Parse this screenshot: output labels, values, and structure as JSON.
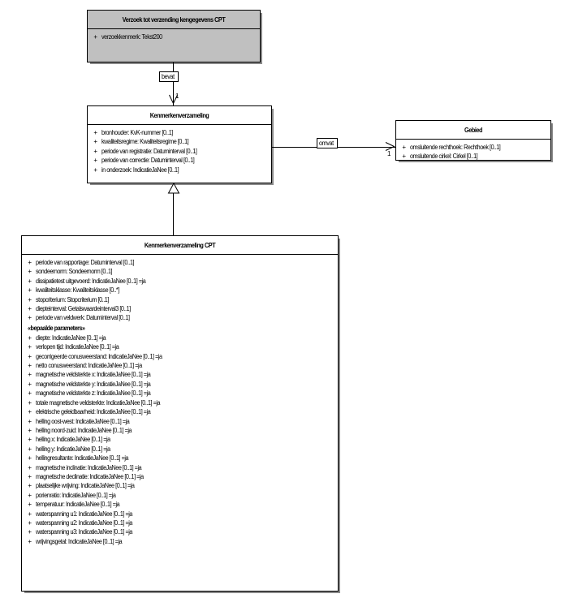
{
  "diagram": {
    "type": "uml-class-diagram",
    "classes": [
      {
        "id": "verzoek",
        "name": "Verzoek tot verzending kengegevens CPT",
        "style": "shaded",
        "attributes": [
          {
            "visibility": "+",
            "text": "verzoekkenmerk: Tekst200"
          }
        ]
      },
      {
        "id": "kenmerkenverzameling",
        "name": "Kenmerkenverzameling",
        "style": "plain",
        "attributes": [
          {
            "visibility": "+",
            "text": "bronhouder: KvK-nummer [0..1]"
          },
          {
            "visibility": "+",
            "text": "kwaliteitsregime: Kwaliteitsregime [0..1]"
          },
          {
            "visibility": "+",
            "text": "periode van registratie: Datuminterval [0..1]"
          },
          {
            "visibility": "+",
            "text": "periode van correctie: Datuminterval [0..1]"
          },
          {
            "visibility": "+",
            "text": "in onderzoek: IndicatieJaNee [0..1]"
          }
        ]
      },
      {
        "id": "gebied",
        "name": "Gebied",
        "style": "plain",
        "attributes": [
          {
            "visibility": "+",
            "text": "omsluitende rechthoek: Rechthoek [0..1]"
          },
          {
            "visibility": "+",
            "text": "omsluitende cirkel: Cirkel [0..1]"
          }
        ]
      },
      {
        "id": "kenmerkenverzameling-cpt",
        "name": "Kenmerkenverzameling CPT",
        "style": "plain",
        "attributes": [
          {
            "visibility": "+",
            "text": "periode van rapportage: Datuminterval [0..1]"
          },
          {
            "visibility": "+",
            "text": "sondeernorm: Sondeernorm [0..1]"
          },
          {
            "visibility": "+",
            "text": "dissipatietest uitgevoerd: IndicatieJaNee [0..1] =ja"
          },
          {
            "visibility": "+",
            "text": "kwaliteitsklasse: Kwaliteitsklasse [0..*]"
          },
          {
            "visibility": "+",
            "text": "stopcriterium: Stopcriterium [0..1]"
          },
          {
            "visibility": "+",
            "text": "diepteinterval: Getalswaardeinterval3 [0..1]"
          },
          {
            "visibility": "+",
            "text": "periode van veldwerk: Datuminterval [0..1]"
          }
        ],
        "stereotype": "«bepaalde parameters»",
        "parameters": [
          {
            "visibility": "+",
            "text": "diepte: IndicatieJaNee [0..1] =ja"
          },
          {
            "visibility": "+",
            "text": "verlopen tijd: IndicatieJaNee [0..1] =ja"
          },
          {
            "visibility": "+",
            "text": "gecorrigeerde conusweerstand: IndicatieJaNee [0..1] =ja"
          },
          {
            "visibility": "+",
            "text": "netto conusweerstand: IndicatieJaNee [0..1] =ja"
          },
          {
            "visibility": "+",
            "text": "magnetische veldsterkte x: IndicatieJaNee [0..1] =ja"
          },
          {
            "visibility": "+",
            "text": "magnetische veldsterkte y: IndicatieJaNee [0..1] =ja"
          },
          {
            "visibility": "+",
            "text": "magnetische veldsterkte z: IndicatieJaNee [0..1] =ja"
          },
          {
            "visibility": "+",
            "text": "totale magnetische veldsterkte: IndicatieJaNee [0..1] =ja"
          },
          {
            "visibility": "+",
            "text": "elektrische geleidbaarheid: IndicatieJaNee [0..1] =ja"
          },
          {
            "visibility": "+",
            "text": "helling oost-west: IndicatieJaNee [0..1] =ja"
          },
          {
            "visibility": "+",
            "text": "helling noord-zuid: IndicatieJaNee [0..1] =ja"
          },
          {
            "visibility": "+",
            "text": "helling x: IndicatieJaNee [0..1] =ja"
          },
          {
            "visibility": "+",
            "text": "helling y: IndicatieJaNee [0..1] =ja"
          },
          {
            "visibility": "+",
            "text": "hellingresultante: IndicatieJaNee [0..1] =ja"
          },
          {
            "visibility": "+",
            "text": "magnetische inclinatie: IndicatieJaNee [0..1] =ja"
          },
          {
            "visibility": "+",
            "text": "magnetische declinatie: IndicatieJaNee [0..1] =ja"
          },
          {
            "visibility": "+",
            "text": "plaatselijke wrijving: IndicatieJaNee [0..1] =ja"
          },
          {
            "visibility": "+",
            "text": "porienratio: IndicatieJaNee [0..1] =ja"
          },
          {
            "visibility": "+",
            "text": "temperatuur: IndicatieJaNee [0..1] =ja"
          },
          {
            "visibility": "+",
            "text": "waterspanning u1: IndicatieJaNee [0..1] =ja"
          },
          {
            "visibility": "+",
            "text": "waterspanning u2: IndicatieJaNee [0..1] =ja"
          },
          {
            "visibility": "+",
            "text": "waterspanning u3: IndicatieJaNee [0..1] =ja"
          },
          {
            "visibility": "+",
            "text": "wrijvingsgetal: IndicatieJaNee [0..1] =ja"
          }
        ]
      }
    ],
    "associations": [
      {
        "id": "bevat",
        "label": "bevat",
        "source_multiplicity": "",
        "target_multiplicity": "1"
      },
      {
        "id": "omvat",
        "label": "omvat",
        "source_multiplicity": "",
        "target_multiplicity": "1"
      }
    ],
    "generalizations": [
      {
        "id": "gen-cpt",
        "from": "Kenmerkenverzameling CPT",
        "to": "Kenmerkenverzameling"
      }
    ],
    "colors": {
      "shaded_fill": "#c0c0c0",
      "plain_fill": "#ffffff",
      "border": "#000000",
      "shadow": "#8a8a8a"
    }
  }
}
